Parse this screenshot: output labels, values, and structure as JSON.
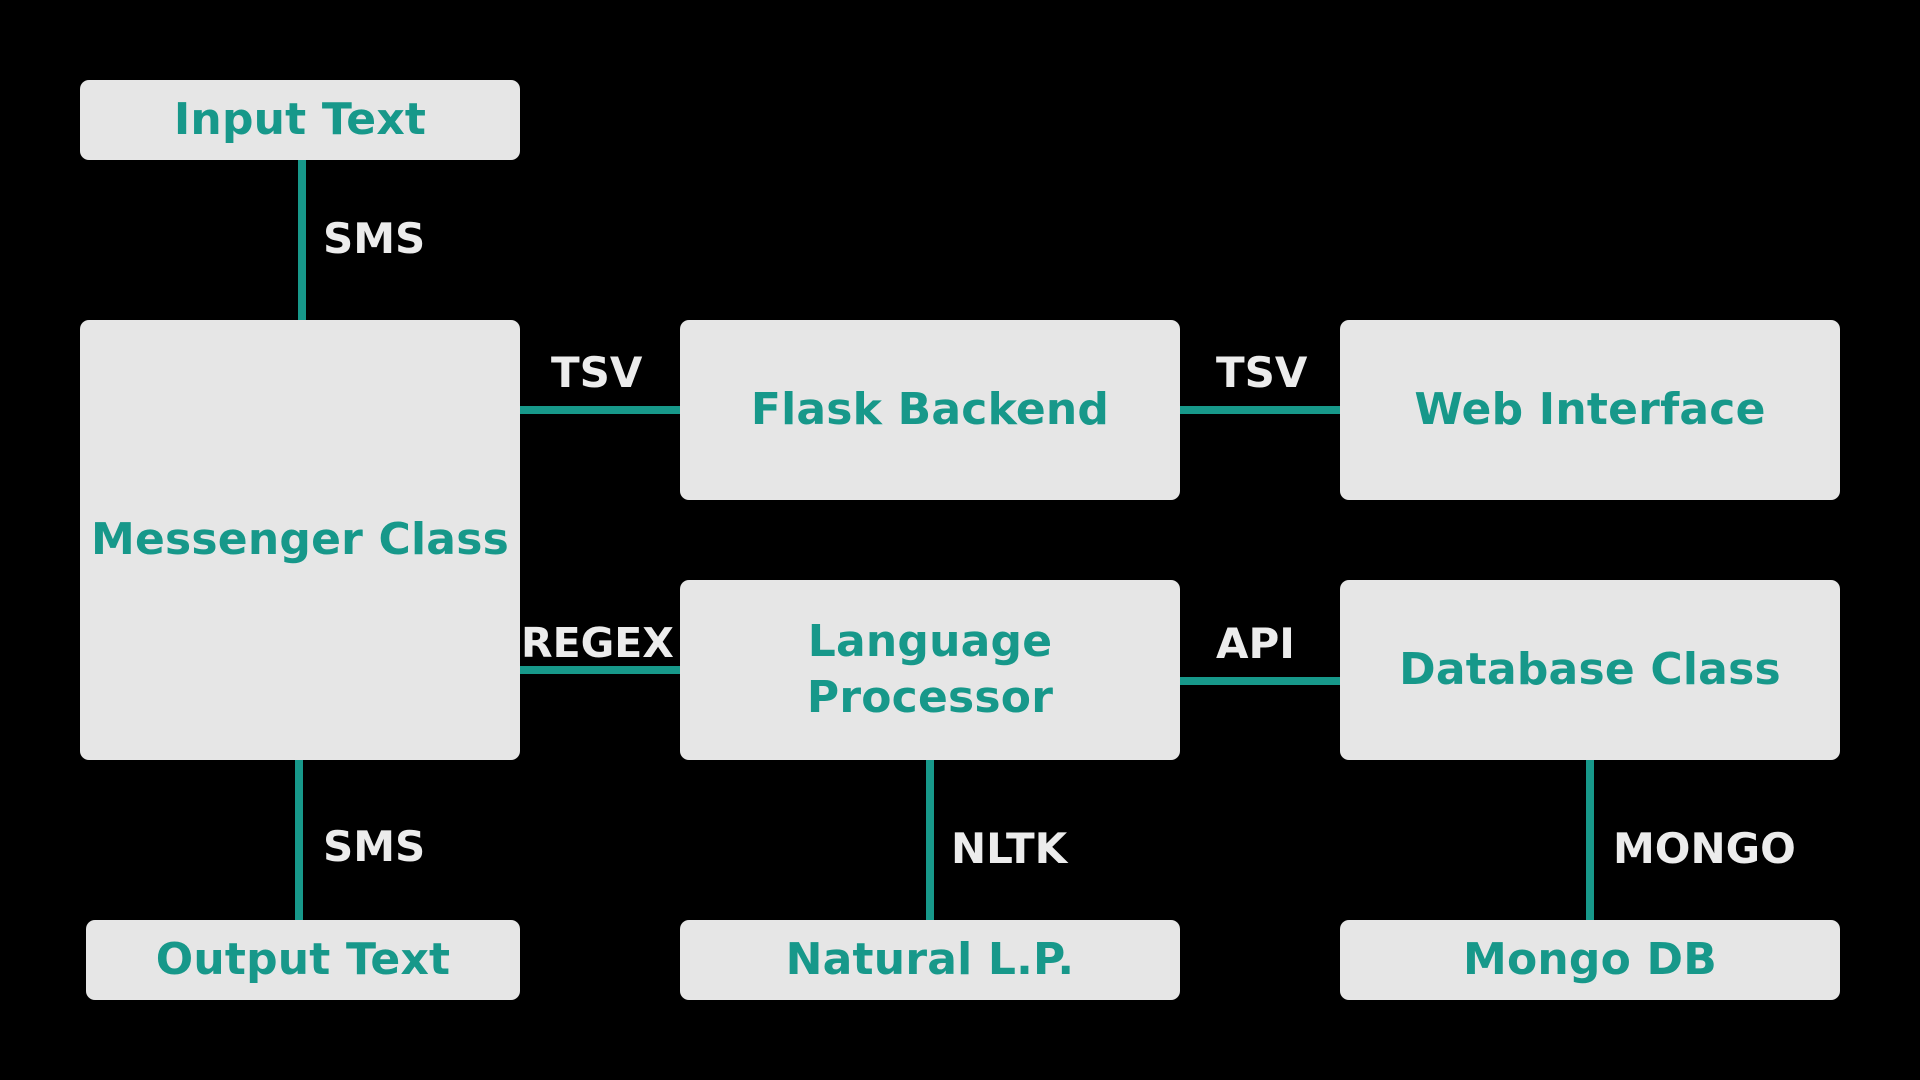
{
  "colors": {
    "background": "#000000",
    "box_fill": "#e6e6e6",
    "box_text": "#17988a",
    "connector": "#17988a",
    "connector_label": "#ececec"
  },
  "nodes": {
    "input_text": "Input Text",
    "messenger_class": "Messenger Class",
    "output_text": "Output Text",
    "flask_backend": "Flask Backend",
    "web_interface": "Web Interface",
    "language_processor_line1": "Language",
    "language_processor_line2": "Processor",
    "database_class": "Database Class",
    "natural_lp": "Natural L.P.",
    "mongo_db": "Mongo DB"
  },
  "edges": {
    "input_to_messenger": "SMS",
    "messenger_to_output": "SMS",
    "messenger_to_flask": "TSV",
    "flask_to_web": "TSV",
    "messenger_to_language": "REGEX",
    "language_to_database": "API",
    "language_to_nlp": "NLTK",
    "database_to_mongo": "MONGO"
  }
}
